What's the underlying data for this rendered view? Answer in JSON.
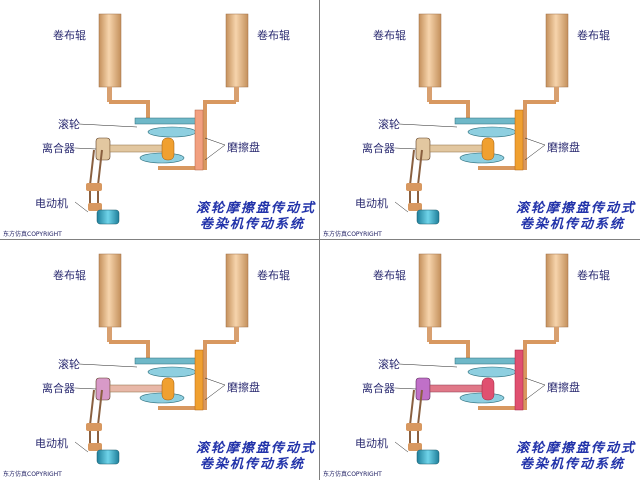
{
  "labels": {
    "roller_left": "卷布辊",
    "roller_right": "卷布辊",
    "friction_wheel": "滚轮",
    "clutch": "离合器",
    "friction_disc": "磨擦盘",
    "motor": "电动机"
  },
  "title": {
    "line1": "滚轮摩擦盘传动式",
    "line2": "卷染机传动系统"
  },
  "copyright": "东方仿真COPYRIGHT",
  "panels": [
    {
      "id": "panel-1",
      "clutch_color": "#e2c7a0",
      "disc_color": "#f2a080"
    },
    {
      "id": "panel-2",
      "clutch_color": "#e2c7a0",
      "disc_color": "#f0a030"
    },
    {
      "id": "panel-3",
      "clutch_color": "#d89ac8",
      "disc_color": "#f0a030"
    },
    {
      "id": "panel-4",
      "clutch_color": "#c070c8",
      "disc_color": "#e05070"
    }
  ]
}
